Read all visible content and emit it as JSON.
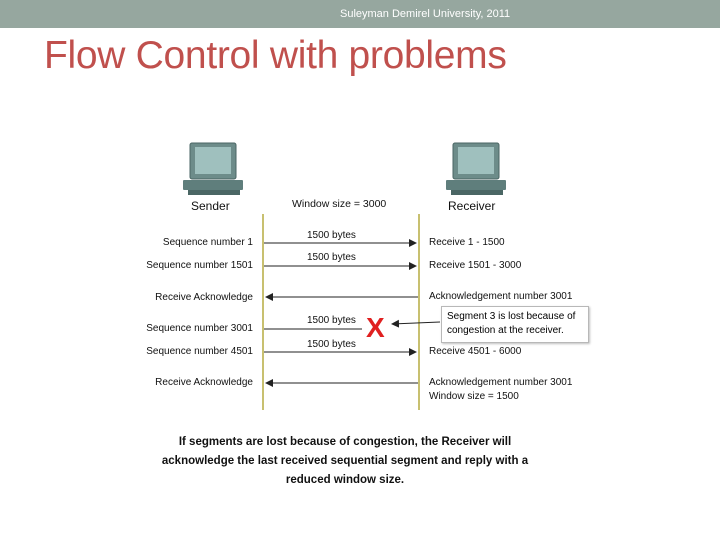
{
  "header": {
    "institution": "Suleyman Demirel University, 2011"
  },
  "slide": {
    "title": "Flow Control with problems"
  },
  "diagram": {
    "sender_label": "Sender",
    "receiver_label": "Receiver",
    "window_label": "Window size = 3000",
    "rows": [
      {
        "left": "Sequence number 1",
        "mid": "1500 bytes",
        "right": "Receive 1 - 1500",
        "dir": "right"
      },
      {
        "left": "Sequence number 1501",
        "mid": "1500 bytes",
        "right": "Receive 1501 - 3000",
        "dir": "right"
      },
      {
        "left": "Receive Acknowledge",
        "mid": "",
        "right": "Acknowledgement number 3001",
        "dir": "left"
      },
      {
        "left": "Sequence number 3001",
        "mid": "1500 bytes",
        "right": "",
        "dir": "lost"
      },
      {
        "left": "Sequence number 4501",
        "mid": "1500 bytes",
        "right": "Receive 4501 - 6000",
        "dir": "right"
      },
      {
        "left": "Receive Acknowledge",
        "mid": "",
        "right": "Acknowledgement number 3001",
        "right2": "Window size = 1500",
        "dir": "left"
      }
    ],
    "lost_mark": "X",
    "callout": {
      "line1": "Segment 3 is lost because of",
      "line2": "congestion at the receiver."
    },
    "colors": {
      "line": "#c8c070",
      "arrow": "#222222",
      "x": "#e02020",
      "title": "#c0504d",
      "topbar": "#96a79f"
    }
  },
  "caption": {
    "line1": "If segments are lost because of congestion, the Receiver will",
    "line2": "acknowledge the last received sequential segment and reply with a",
    "line3": "reduced window size."
  }
}
